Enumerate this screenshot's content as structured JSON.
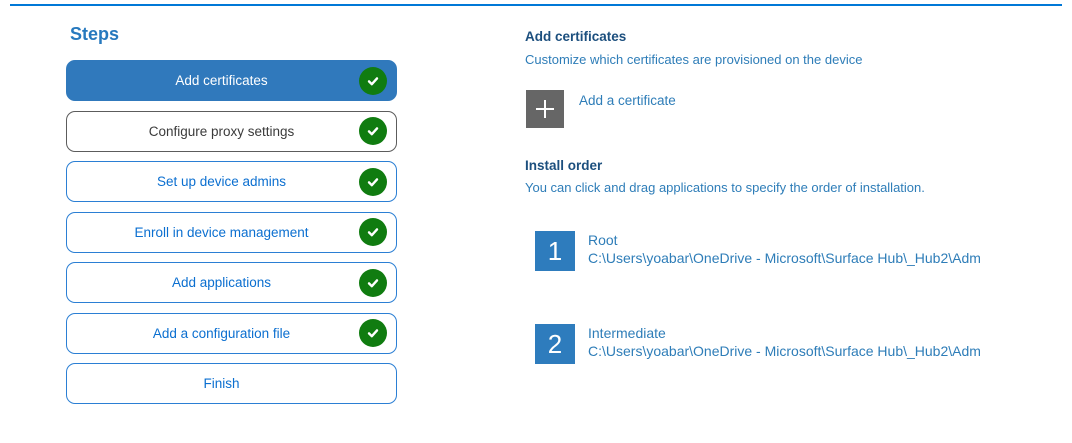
{
  "sidebar": {
    "title": "Steps",
    "steps": [
      {
        "label": "Add certificates",
        "state": "selected",
        "checked": true
      },
      {
        "label": "Configure proxy settings",
        "state": "hover",
        "checked": true
      },
      {
        "label": "Set up device admins",
        "state": "default",
        "checked": true
      },
      {
        "label": "Enroll in device management",
        "state": "default",
        "checked": true
      },
      {
        "label": "Add applications",
        "state": "default",
        "checked": true
      },
      {
        "label": "Add a configuration file",
        "state": "default",
        "checked": true
      },
      {
        "label": "Finish",
        "state": "default",
        "checked": false
      }
    ]
  },
  "main": {
    "title": "Add certificates",
    "subtitle": "Customize which certificates are provisioned on the device",
    "add_certificate": {
      "icon": "plus-icon",
      "label": "Add a certificate"
    },
    "install_order": {
      "title": "Install order",
      "description": "You can click and drag applications to specify the order of installation.",
      "items": [
        {
          "order": "1",
          "name": "Root",
          "path": "C:\\Users\\yoabar\\OneDrive - Microsoft\\Surface Hub\\_Hub2\\Adm"
        },
        {
          "order": "2",
          "name": "Intermediate",
          "path": "C:\\Users\\yoabar\\OneDrive - Microsoft\\Surface Hub\\_Hub2\\Adm"
        }
      ]
    }
  },
  "icons": {
    "step_complete": "check-icon",
    "add": "plus-icon"
  },
  "colors": {
    "accent_line": "#0078D7",
    "selected_step_bg": "#3079BC",
    "step_border_blue": "#2B7FD4",
    "step_text_blue": "#0B6FD0",
    "hover_step_border": "#5C5C5C",
    "hover_step_text": "#3B3B3B",
    "check_green": "#107C10",
    "heading_dark_blue": "#1C4F7E",
    "body_blue": "#2E7DB8",
    "order_square_blue": "#2E7CBD",
    "add_square_gray": "#666666"
  }
}
